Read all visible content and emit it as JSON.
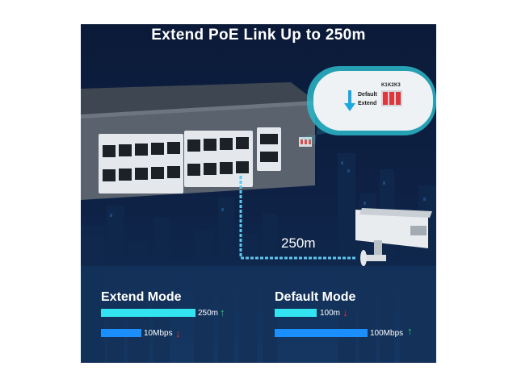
{
  "title": "Extend PoE Link Up to 250m",
  "distance_label": "250m",
  "callout": {
    "switch_headers": [
      "K1",
      "K2",
      "K3"
    ],
    "rows": [
      "Default",
      "Extend"
    ]
  },
  "extend_mode": {
    "title": "Extend Mode",
    "distance": {
      "value": "250m",
      "trend": "up"
    },
    "speed": {
      "value": "10Mbps",
      "trend": "down"
    }
  },
  "default_mode": {
    "title": "Default Mode",
    "distance": {
      "value": "100m",
      "trend": "down"
    },
    "speed": {
      "value": "100Mbps",
      "trend": "up"
    }
  },
  "colors": {
    "distance_bar": "#33e3f0",
    "speed_bar": "#1c8fff",
    "up_arrow": "#22d36a",
    "down_arrow": "#e8352a",
    "link_line": "#5ec8f0"
  }
}
